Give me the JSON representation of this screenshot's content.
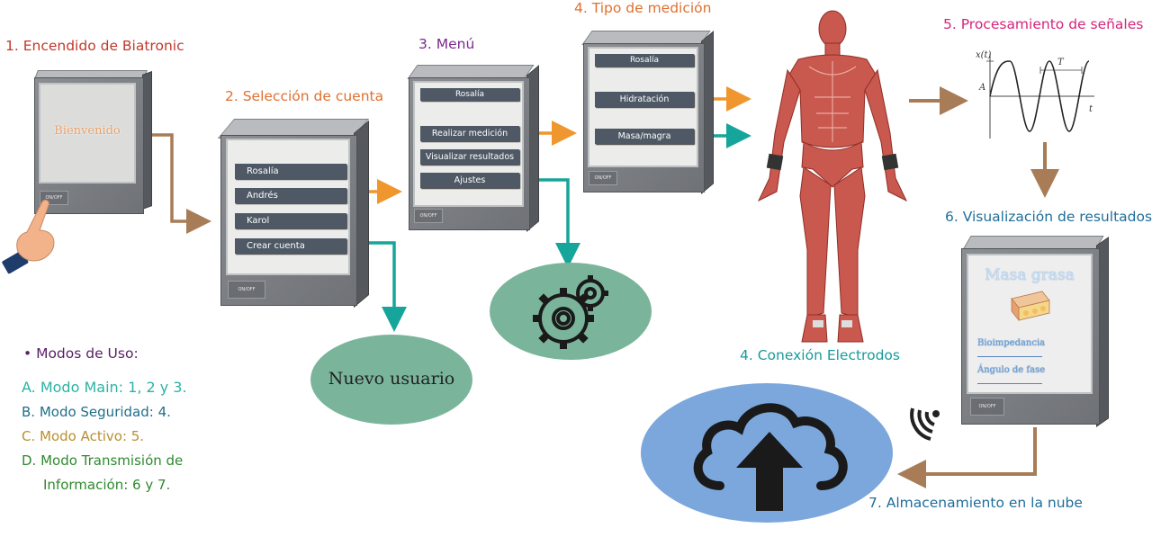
{
  "steps": {
    "s1": "1. Encendido de Biatronic",
    "s2": "2. Selección de cuenta",
    "s3": "3. Menú",
    "s4a": "4. Tipo de medición",
    "s4b": "4. Conexión Electrodos",
    "s5": "5. Procesamiento de señales",
    "s6": "6. Visualización de resultados",
    "s7": "7. Almacenamiento en la nube"
  },
  "device1": {
    "welcome": "Bienvenido",
    "power_label": "ON/OFF"
  },
  "device2": {
    "accounts": [
      "Rosalía",
      "Andrés",
      "Karol",
      "Crear cuenta"
    ],
    "power_label": "ON/OFF"
  },
  "device3": {
    "user": "Rosalía",
    "menu": [
      "Realizar medición",
      "Visualizar resultados",
      "Ajustes"
    ],
    "power_label": "ON/OFF"
  },
  "device4": {
    "user": "Rosalía",
    "options": [
      "Hidratación",
      "Masa/magra"
    ],
    "power_label": "ON/OFF"
  },
  "device6": {
    "title": "Masa grasa",
    "items": [
      "Bioimpedancia",
      "Ángulo de fase"
    ],
    "power_label": "ON/OFF"
  },
  "new_user": "Nuevo usuario",
  "signal": {
    "y_label": "x(t)",
    "amplitude": "A",
    "period": "T",
    "x_label": "t"
  },
  "modes": {
    "heading": "• Modos de Uso:",
    "items": [
      {
        "text": "A. Modo Main: 1, 2 y 3.",
        "color": "#2bb3a5"
      },
      {
        "text": "B. Modo Seguridad: 4.",
        "color": "#1f6e8a"
      },
      {
        "text": "C. Modo Activo: 5.",
        "color": "#b8902e"
      },
      {
        "text": "D. Modo Transmisión de",
        "color": "#2e8a2e"
      },
      {
        "text": "Información: 6 y 7.",
        "color": "#2e8a2e"
      }
    ]
  },
  "colors": {
    "step1": "#c0392b",
    "step2": "#e07030",
    "step3": "#7b2a8c",
    "step4a": "#e07030",
    "step4b": "#1a9a9a",
    "step5": "#d6247a",
    "step6": "#1f6e9a",
    "step7": "#1f6e9a",
    "arrow_brown": "#a87c56",
    "arrow_orange": "#f0962e",
    "arrow_teal": "#16a59a",
    "ellipse_green": "#7ab59b",
    "cloud_blue": "#7ba7dc"
  }
}
